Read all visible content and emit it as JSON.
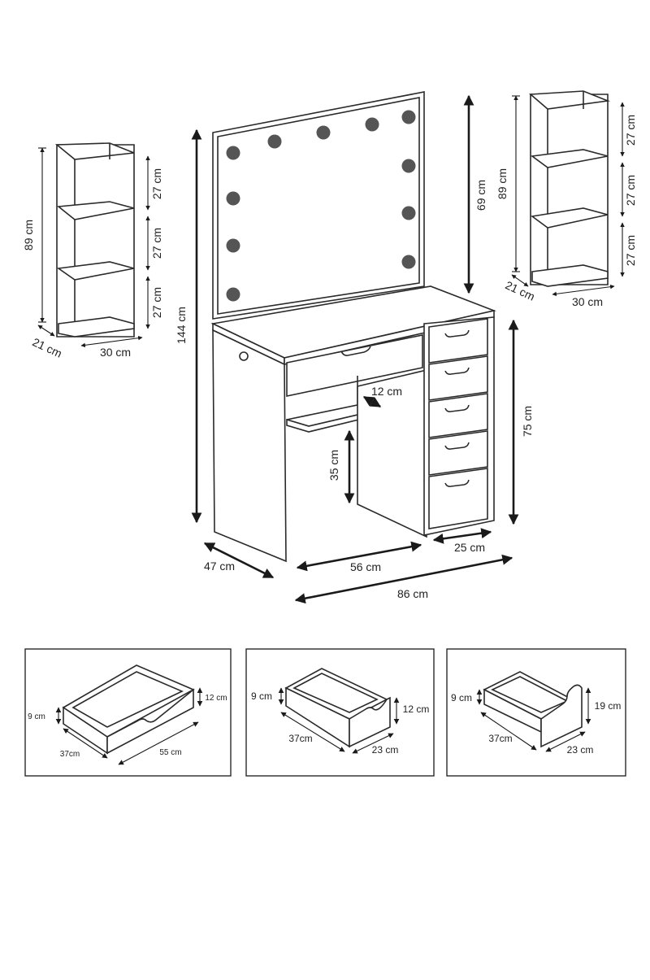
{
  "colors": {
    "line": "#2a2a2a",
    "bulb": "#555555",
    "background": "#ffffff"
  },
  "left_shelf": {
    "height": "89 cm",
    "depth": "21 cm",
    "width": "30 cm",
    "gaps": [
      "27 cm",
      "27 cm",
      "27 cm"
    ]
  },
  "right_shelf": {
    "height": "89 cm",
    "depth": "21 cm",
    "width": "30 cm",
    "gaps": [
      "27 cm",
      "27 cm",
      "27 cm"
    ]
  },
  "vanity": {
    "total_height": "144 cm",
    "mirror_height": "69 cm",
    "desk_height": "75 cm",
    "depth": "47 cm",
    "knee_width": "56 cm",
    "drawer_unit_width": "25 cm",
    "total_width": "86 cm",
    "shelf_depth": "12 cm",
    "knee_height": "35 cm"
  },
  "drawers": [
    {
      "depth": "37cm",
      "height": "9 cm",
      "front_height": "12 cm",
      "width": "55 cm"
    },
    {
      "depth": "37cm",
      "height": "9 cm",
      "front_height": "12 cm",
      "width": "23 cm"
    },
    {
      "depth": "37cm",
      "height": "9 cm",
      "front_height": "19 cm",
      "width": "23 cm"
    }
  ]
}
